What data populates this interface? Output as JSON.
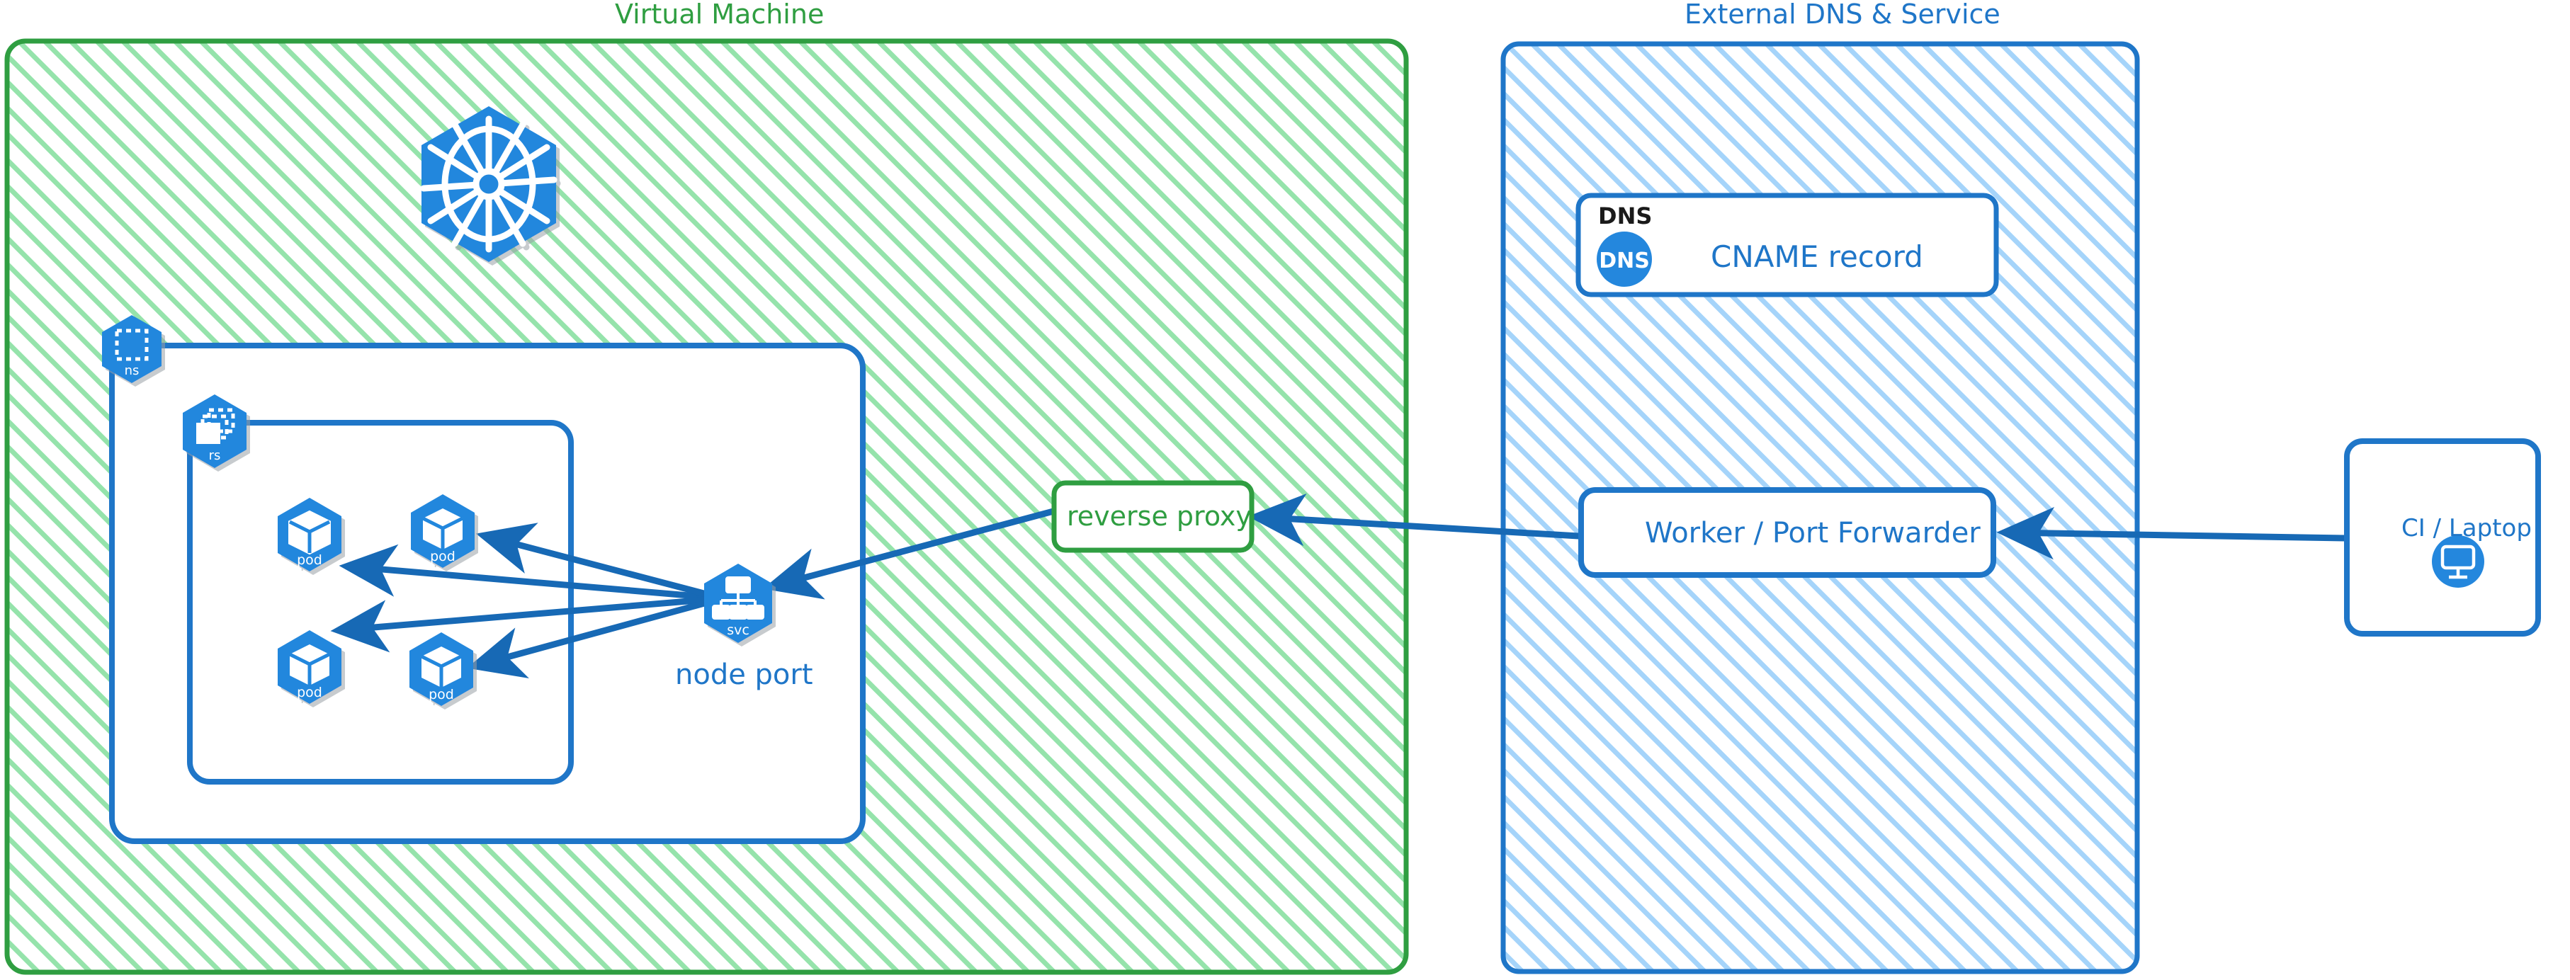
{
  "diagram": {
    "title_vm": "Virtual Machine",
    "title_external": "External DNS & Service",
    "colors": {
      "green_stroke": "#2f9e41",
      "green_hatch": "#95e3ab",
      "blue_stroke": "#1f76c8",
      "blue_hatch": "#a5d4fa",
      "k8s_blue": "#2487dd",
      "arrow_blue": "#1769b5",
      "black": "#1a1a1a",
      "white": "#ffffff"
    },
    "groups": [
      {
        "id": "vm",
        "label": "Virtual Machine",
        "stroke": "#2f9e41",
        "hatch": "#95e3ab"
      },
      {
        "id": "external",
        "label": "External DNS & Service",
        "stroke": "#1f76c8",
        "hatch": "#a5d4fa"
      }
    ],
    "nodes": {
      "k8s_logo": {
        "icon": "kubernetes-logo-icon",
        "label": ""
      },
      "namespace": {
        "icon": "k8s-namespace-icon",
        "badge": "ns",
        "label": ""
      },
      "replicaset": {
        "icon": "k8s-replicaset-icon",
        "badge": "rs",
        "label": ""
      },
      "pods": [
        {
          "icon": "k8s-pod-icon",
          "badge": "pod"
        },
        {
          "icon": "k8s-pod-icon",
          "badge": "pod"
        },
        {
          "icon": "k8s-pod-icon",
          "badge": "pod"
        },
        {
          "icon": "k8s-pod-icon",
          "badge": "pod"
        }
      ],
      "service": {
        "icon": "k8s-service-icon",
        "badge": "svc",
        "label": "node port"
      },
      "reverse_proxy": {
        "label": "reverse proxy"
      },
      "dns_card": {
        "corner_label": "DNS",
        "badge": "DNS",
        "label": "CNAME record",
        "icon": "dns-circle-icon"
      },
      "worker": {
        "label": "Worker / Port Forwarder"
      },
      "client": {
        "label": "CI / Laptop",
        "icon": "desktop-monitor-icon"
      }
    },
    "edges": [
      {
        "from": "service",
        "to": "pod-1",
        "kind": "arrow"
      },
      {
        "from": "service",
        "to": "pod-2",
        "kind": "arrow"
      },
      {
        "from": "service",
        "to": "pod-3",
        "kind": "arrow"
      },
      {
        "from": "service",
        "to": "pod-4",
        "kind": "arrow"
      },
      {
        "from": "reverse_proxy",
        "to": "service",
        "kind": "arrow"
      },
      {
        "from": "worker",
        "to": "reverse_proxy",
        "kind": "arrow"
      },
      {
        "from": "client",
        "to": "worker",
        "kind": "arrow"
      }
    ]
  }
}
